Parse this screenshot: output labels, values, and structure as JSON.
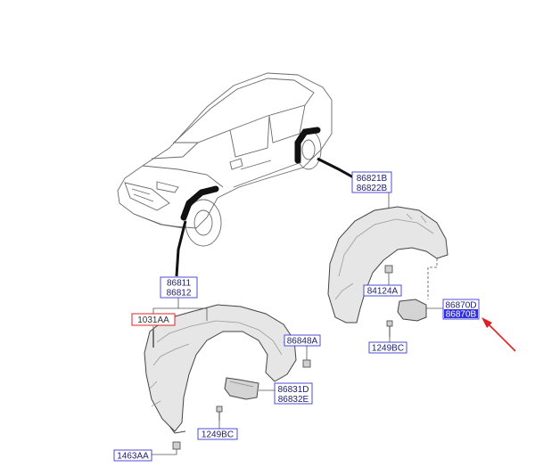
{
  "diagram": {
    "labels": {
      "front_upper": "86811",
      "front_lower": "86812",
      "rear_upper": "86821B",
      "rear_lower": "86822B",
      "fastener_front_top": "1031AA",
      "nut_front": "86848A",
      "mud_front_upper": "86831D",
      "mud_front_lower": "86832E",
      "screw_front": "1249BC",
      "clip_front_bottom": "1463AA",
      "clip_rear": "84124A",
      "mud_rear_upper": "86870D",
      "mud_rear_lower": "86870B",
      "screw_rear": "1249BC"
    },
    "colors": {
      "label_border": "#3b3bd6",
      "label_text": "#1c1c66",
      "selected_fill": "#2f2fe0",
      "highlight_border": "#e02020",
      "arrow": "#e02020",
      "line": "#555555",
      "part_fill": "#e6e6e6"
    }
  }
}
